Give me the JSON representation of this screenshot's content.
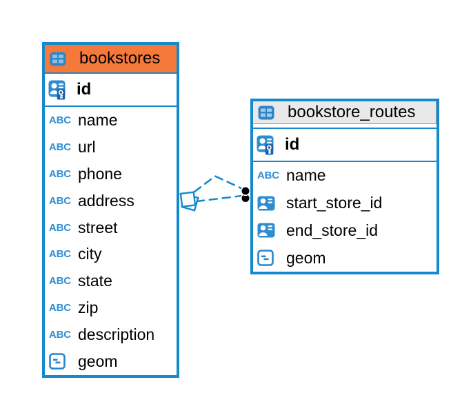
{
  "colors": {
    "table_border_blue": "#1489CE",
    "selected_header_orange": "#F5793B",
    "header_gray": "#E9E9E9",
    "header_gray_border": "#9B9B9B",
    "icon_blue": "#2E8CD0",
    "icon_cell_light_blue": "#8FC0E4",
    "key_panel_blue": "#1A63AC",
    "relationship_blue": "#1489CE",
    "connector_dot_black": "#000000",
    "text": "#000000"
  },
  "icons": {
    "text_type_label": "ABC"
  },
  "tables": [
    {
      "name": "bookstores",
      "header_style": "selected-orange",
      "primary_key": {
        "name": "id"
      },
      "columns": [
        {
          "name": "name",
          "type": "text"
        },
        {
          "name": "url",
          "type": "text"
        },
        {
          "name": "phone",
          "type": "text"
        },
        {
          "name": "address",
          "type": "text"
        },
        {
          "name": "street",
          "type": "text"
        },
        {
          "name": "city",
          "type": "text"
        },
        {
          "name": "state",
          "type": "text"
        },
        {
          "name": "zip",
          "type": "text"
        },
        {
          "name": "description",
          "type": "text"
        },
        {
          "name": "geom",
          "type": "geometry"
        }
      ]
    },
    {
      "name": "bookstore_routes",
      "header_style": "gray",
      "primary_key": {
        "name": "id"
      },
      "columns": [
        {
          "name": "name",
          "type": "text"
        },
        {
          "name": "start_store_id",
          "type": "reference"
        },
        {
          "name": "end_store_id",
          "type": "reference"
        },
        {
          "name": "geom",
          "type": "geometry"
        }
      ]
    }
  ],
  "relationship": {
    "from_table": "bookstores",
    "to_table": "bookstore_routes",
    "line_style": "dashed",
    "from_marker": "diamond",
    "to_marker": "double-dot"
  }
}
